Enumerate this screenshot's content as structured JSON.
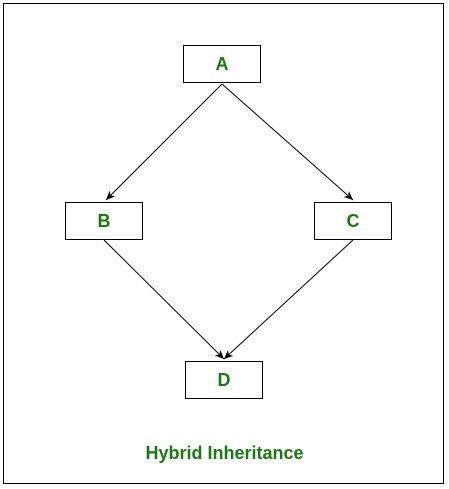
{
  "diagram": {
    "nodes": [
      {
        "id": "A",
        "label": "A"
      },
      {
        "id": "B",
        "label": "B"
      },
      {
        "id": "C",
        "label": "C"
      },
      {
        "id": "D",
        "label": "D"
      }
    ],
    "edges": [
      {
        "from": "A",
        "to": "B"
      },
      {
        "from": "A",
        "to": "C"
      },
      {
        "from": "B",
        "to": "D"
      },
      {
        "from": "C",
        "to": "D"
      }
    ],
    "caption": "Hybrid Inheritance",
    "label_color": "#1a7a12",
    "line_color": "#000000"
  }
}
